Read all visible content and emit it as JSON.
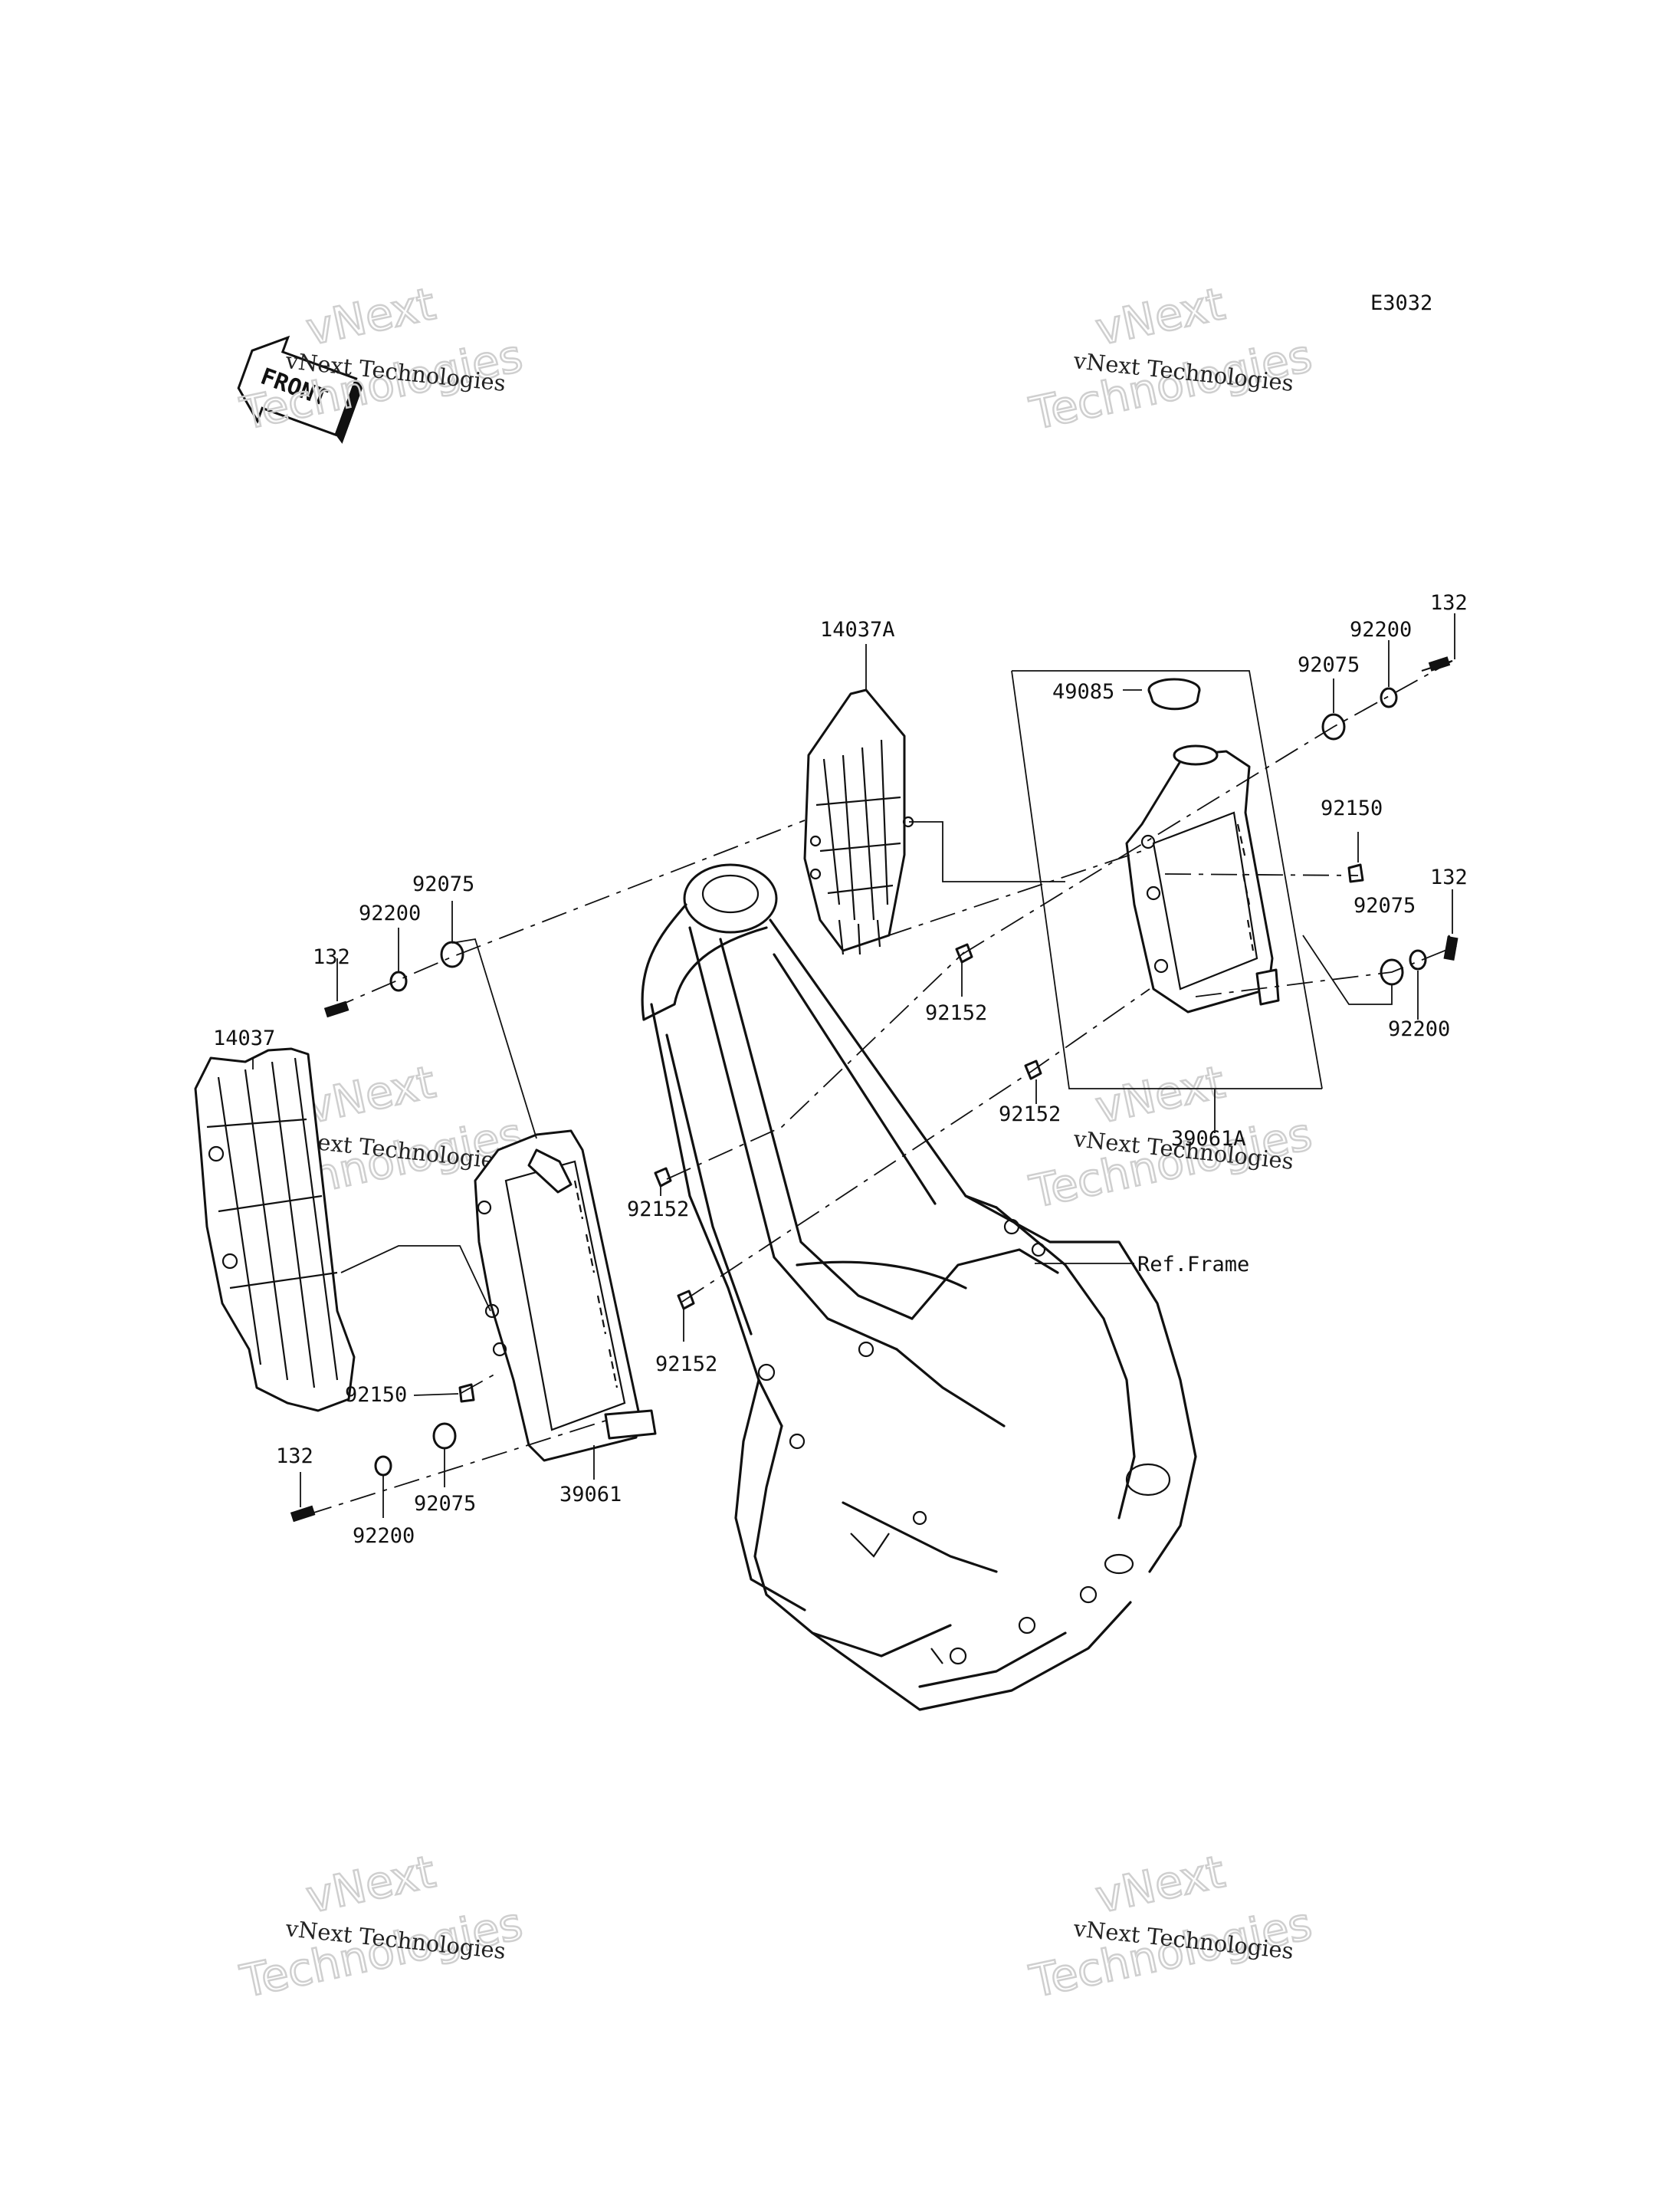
{
  "diagram": {
    "code": "E3032",
    "front_arrow_label": "FRONT",
    "watermark": {
      "line1": "vNext",
      "line2": "Technologies",
      "full": "vNext Technologies"
    },
    "frame_reference": "Ref.Frame"
  },
  "callouts": [
    {
      "id": "c-14037A",
      "text": "14037A"
    },
    {
      "id": "c-49085",
      "text": "49085"
    },
    {
      "id": "c-92075-r-top",
      "text": "92075"
    },
    {
      "id": "c-92200-r-top",
      "text": "92200"
    },
    {
      "id": "c-132-r-top",
      "text": "132"
    },
    {
      "id": "c-92150-r",
      "text": "92150"
    },
    {
      "id": "c-132-r-mid",
      "text": "132"
    },
    {
      "id": "c-92075-r-mid",
      "text": "92075"
    },
    {
      "id": "c-92200-r-mid",
      "text": "92200"
    },
    {
      "id": "c-92152-a",
      "text": "92152"
    },
    {
      "id": "c-92152-b",
      "text": "92152"
    },
    {
      "id": "c-39061A",
      "text": "39061A"
    },
    {
      "id": "c-92075-l-top",
      "text": "92075"
    },
    {
      "id": "c-92200-l-top",
      "text": "92200"
    },
    {
      "id": "c-132-l-top",
      "text": "132"
    },
    {
      "id": "c-14037",
      "text": "14037"
    },
    {
      "id": "c-92152-c",
      "text": "92152"
    },
    {
      "id": "c-92152-d",
      "text": "92152"
    },
    {
      "id": "c-92150-l",
      "text": "92150"
    },
    {
      "id": "c-132-l-bot",
      "text": "132"
    },
    {
      "id": "c-92200-l-bot",
      "text": "92200"
    },
    {
      "id": "c-92075-l-bot",
      "text": "92075"
    },
    {
      "id": "c-39061",
      "text": "39061"
    }
  ]
}
